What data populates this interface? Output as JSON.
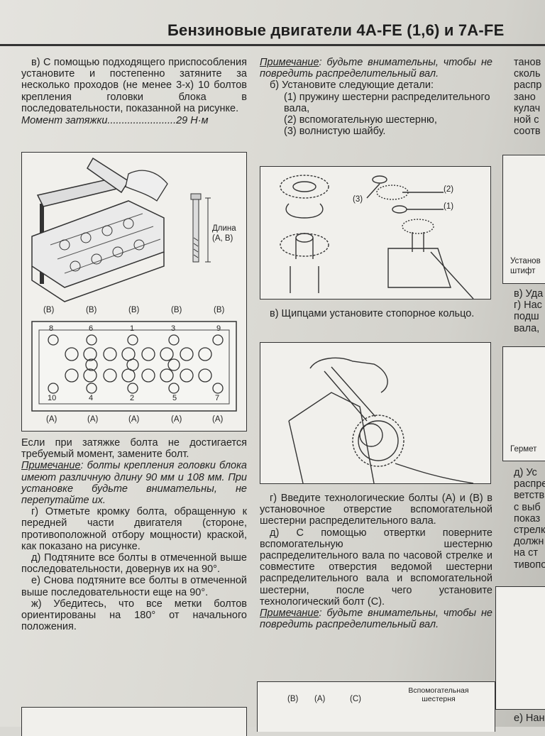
{
  "header": {
    "title": "Бензиновые двигатели 4A-FE (1,6) и 7A-FE"
  },
  "col1": {
    "p1": "в) С помощью подходящего приспособления установите и постепенно затяните за несколько проходов (не менее 3-х) 10 болтов крепления головки блока в последовательности, показанной на рисунке.",
    "torque": "Момент затяжки........................29 Н·м",
    "fig1": {
      "length_label": "Длина\n(А, В)",
      "top_labels": [
        "(B)",
        "(B)",
        "(B)",
        "(B)",
        "(B)"
      ],
      "bottom_labels": [
        "(A)",
        "(A)",
        "(A)",
        "(A)",
        "(A)"
      ],
      "seq_top": [
        "8",
        "6",
        "1",
        "3",
        "9"
      ],
      "seq_bottom": [
        "10",
        "4",
        "2",
        "5",
        "7"
      ]
    },
    "p2": "Если при затяжке болта не достигается требуемый момент, замените болт.",
    "note_label": "Примечание",
    "note_text": ": болты крепления головки блока имеют различную длину 90 мм и 108 мм. При установке будьте внимательны, не перепутайте их.",
    "p3": "г) Отметьте кромку болта, обращенную к передней части двигателя (стороне, противоположной отбору мощности) краской, как показано на рисунке.",
    "p4": "д) Подтяните все болты в отмеченной выше последовательности, довернув их на 90°.",
    "p5": "е) Снова подтяните все болты в отмеченной выше последовательности еще на 90°.",
    "p6": "ж) Убедитесь, что все метки болтов ориентированы на 180° от начального положения."
  },
  "col2": {
    "note1_label": "Примечание",
    "note1_text": ": будьте внимательны, чтобы не повредить распределительный вал.",
    "b_intro": "б) Установите следующие детали:",
    "b_items": [
      "(1) пружину шестерни распределительного вала,",
      "(2) вспомогательную шестерню,",
      "(3) волнистую шайбу."
    ],
    "fig2": {
      "labels": [
        "(2)",
        "(1)",
        "(3)"
      ]
    },
    "v": "в) Щипцами установите стопорное кольцо.",
    "g": "г) Введите технологические болты (A) и (B) в установочное отверстие вспомогательной шестерни распределительного вала.",
    "d": "д) С помощью отвертки поверните вспомогательную шестерню распределительного вала по часовой стрелке и совместите отверстия ведомой шестерни распределительного вала и вспомогательной шестерни, после чего установите технологический болт (C).",
    "note2_label": "Примечание",
    "note2_text": ": будьте внимательны, чтобы не повредить распределительный вал.",
    "fig4": {
      "labels": [
        "(B)",
        "(A)",
        "(C)"
      ],
      "aux_label": "Вспомогательная шестерня"
    }
  },
  "col3": {
    "top_lines": [
      "танов",
      "сколь",
      "распр",
      "зано",
      "кулач",
      "ной с",
      "соотв"
    ],
    "fig_label": "Установ\nштифт",
    "mid_lines": [
      "в) Уда",
      "г) Нас",
      "подш",
      "вала,"
    ],
    "germ": "Гермет",
    "bottom_lines": [
      "д) Ус",
      "распре",
      "ветств",
      "с выб",
      "показ",
      "стрелк",
      "должн",
      "на ст",
      "тивопо"
    ],
    "last": "е) Нане"
  }
}
